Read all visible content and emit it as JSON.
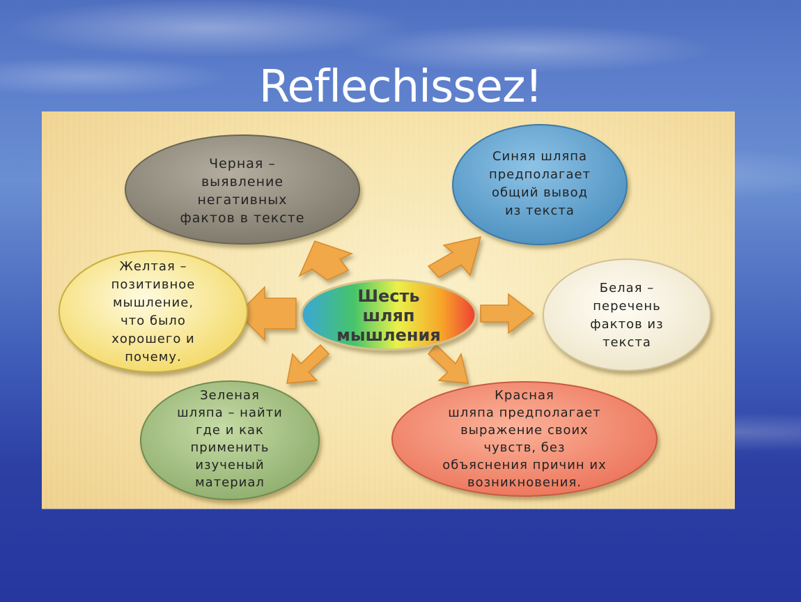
{
  "slide": {
    "title": "Reflechissez!"
  },
  "diagram": {
    "center": "Шесть\nшляп\nмышления",
    "nodes": {
      "black": "Черная –\nвыявление\nнегативных\nфактов в тексте",
      "blue": "Синяя шляпа\nпредполагает\nобщий вывод\nиз текста",
      "yellow": "Желтая –\nпозитивное\nмышление,\nчто было\nхорошего и\nпочему.",
      "white": "Белая –\nперечень\nфактов из\nтекста",
      "green": "Зеленая\nшляпа – найти\nгде и как\nприменить\nизученый\nматериал",
      "red": "Красная\nшляпа предполагает\nвыражение своих\nчувств, без\nобъяснения причин их\nвозникновения."
    },
    "colors": {
      "black": "#8a8577",
      "blue": "#5b9ec9",
      "yellow": "#f7e27a",
      "white": "#f6f0dc",
      "green": "#9cb97a",
      "red": "#f0826a",
      "arrow": "#f0a848",
      "panel": "#f6e1a7"
    }
  }
}
